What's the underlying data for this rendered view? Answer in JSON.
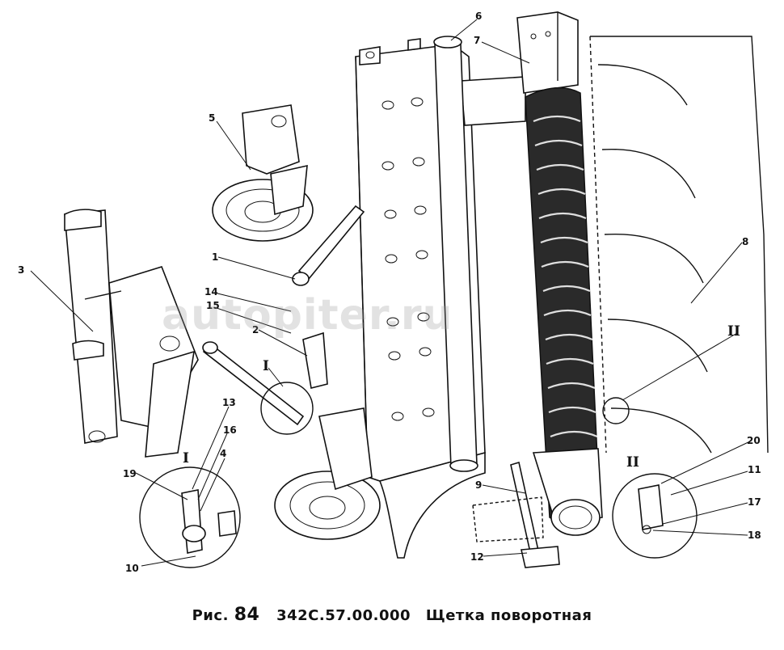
{
  "caption": {
    "figure_label": "Рис.",
    "figure_number": "84",
    "part_code": "342С.57.00.000",
    "title": "Щетка поворотная"
  },
  "watermark": "autopiter.ru",
  "callouts": [
    "1",
    "2",
    "3",
    "4",
    "5",
    "6",
    "7",
    "8",
    "9",
    "10",
    "11",
    "12",
    "13",
    "14",
    "15",
    "16",
    "17",
    "18",
    "19",
    "20"
  ],
  "views": {
    "detail_one": "I",
    "detail_two": "II"
  }
}
